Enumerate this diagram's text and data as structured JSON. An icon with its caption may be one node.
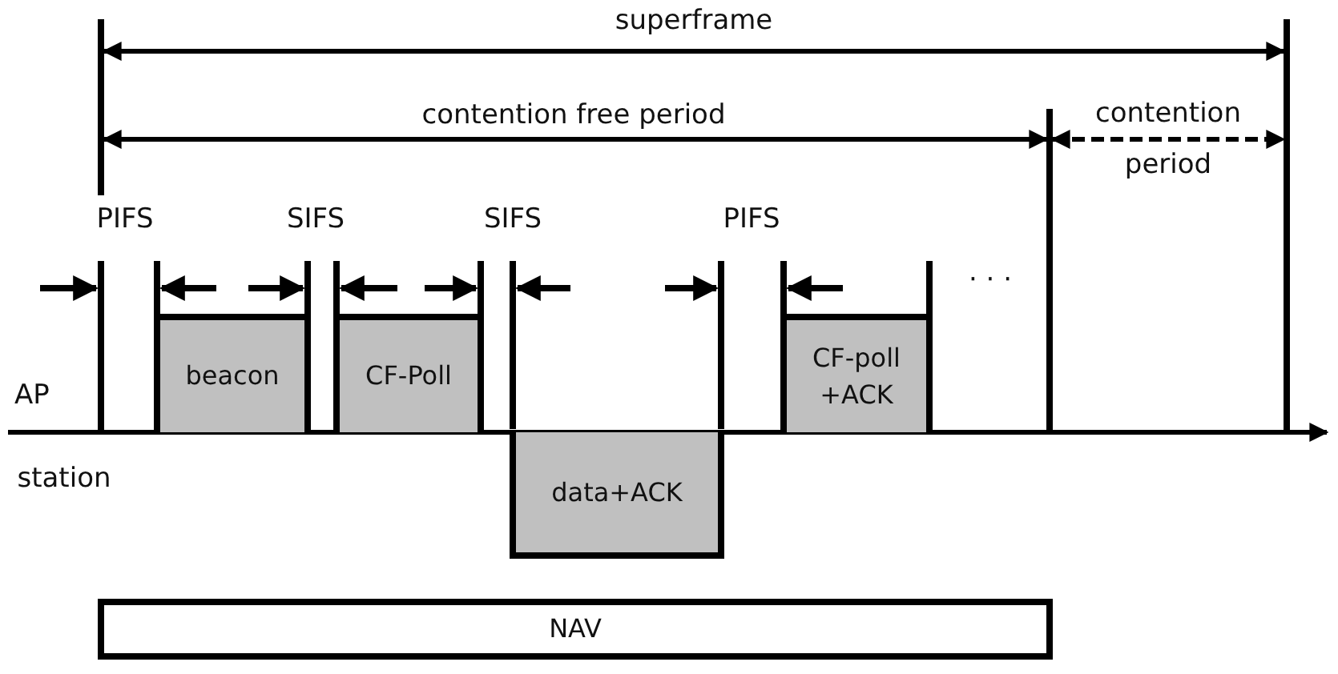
{
  "diagram": {
    "nodes": [
      {
        "text": [
          "beacon"
        ]
      },
      {
        "text": [
          "CF-Poll"
        ]
      },
      {
        "text": [
          "data+ACK"
        ]
      },
      {
        "text": [
          "CF-poll +ACK"
        ]
      },
      {
        "text": [
          "NAV"
        ]
      }
    ],
    "labels": [
      "superframe",
      "contention free period",
      "contention period",
      "PIFS",
      "SIFS",
      "SIFS",
      "PIFS",
      "· · ·",
      "AP",
      "station"
    ]
  }
}
